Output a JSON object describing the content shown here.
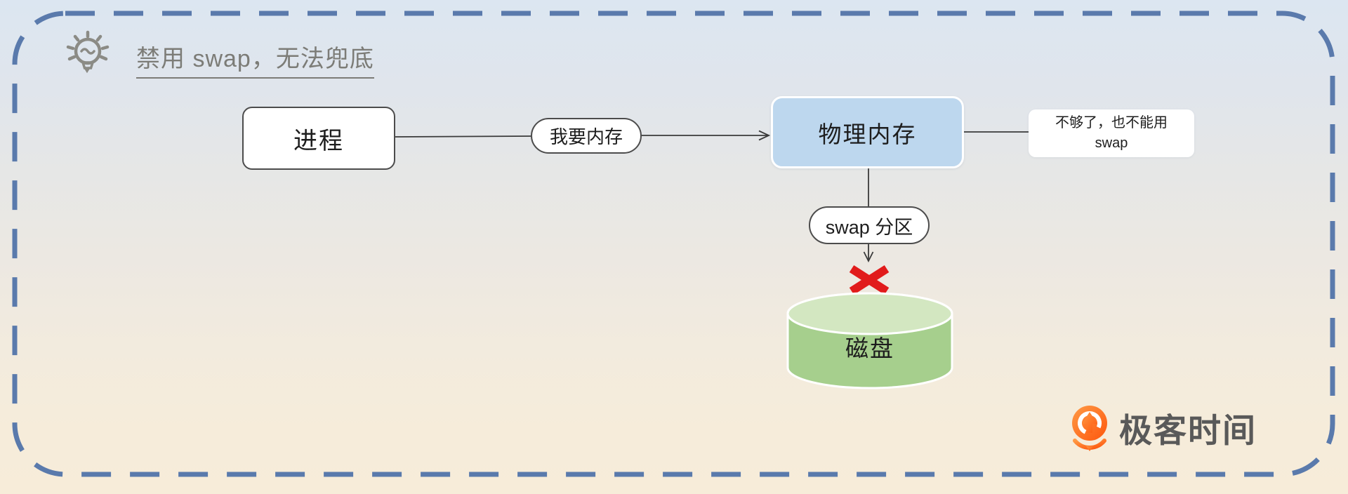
{
  "frame": {
    "border_color": "#5a7aac",
    "background_top": "#dce6f1",
    "background_bottom": "#f7ecd9"
  },
  "header": {
    "title": "禁用 swap，无法兜底",
    "icon": "lightbulb-icon",
    "color": "#7c7c77"
  },
  "diagram": {
    "process_label": "进程",
    "request_label": "我要内存",
    "memory_label": "物理内存",
    "memory_fill": "#bdd7ee",
    "note_line1": "不够了，也不能用",
    "note_line2": "swap",
    "swap_label": "swap 分区",
    "disk_label": "磁盘",
    "disk_fill": "#a6cf8d",
    "disk_top_fill": "#d3e7c1",
    "blocked_color": "#e11b1b",
    "line_color": "#3a3a3a"
  },
  "logo": {
    "text": "极客时间",
    "color": "#595959",
    "accent": "#fd6a1e"
  }
}
